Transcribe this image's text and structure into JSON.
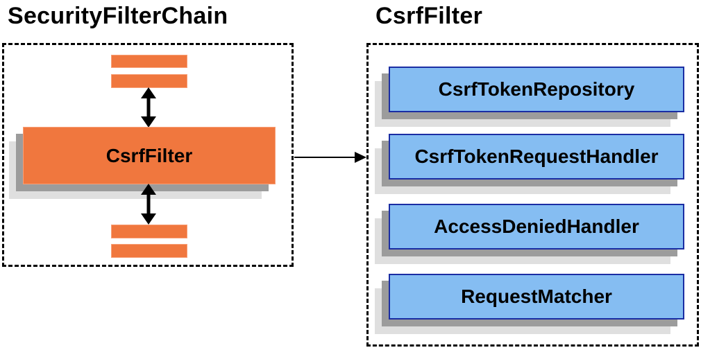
{
  "left_panel": {
    "title": "SecurityFilterChain",
    "filter_box_label": "CsrfFilter"
  },
  "right_panel": {
    "title": "CsrfFilter",
    "components": [
      "CsrfTokenRepository",
      "CsrfTokenRequestHandler",
      "AccessDeniedHandler",
      "RequestMatcher"
    ]
  },
  "colors": {
    "orange_fill": "#F0773E",
    "orange_border": "#F8A078",
    "blue_fill": "#85BDF2",
    "blue_border": "#1A2DA3",
    "shadow_dark": "#9C9C9C",
    "shadow_light": "#DFDFDF",
    "outline": "#000000"
  }
}
